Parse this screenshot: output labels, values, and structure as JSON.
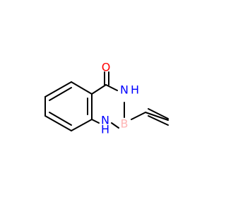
{
  "molecule": {
    "atoms": {
      "oxygen": "O",
      "nitrogen_top": "N",
      "hydrogen_top": "H",
      "boron": "B",
      "nitrogen_bottom": "N",
      "hydrogen_bottom": "H"
    },
    "colors": {
      "bond": "#000000",
      "oxygen": "#ff0000",
      "nitrogen": "#0000ff",
      "boron": "#ffb5b5",
      "hydrogen": "#0000ff"
    }
  }
}
